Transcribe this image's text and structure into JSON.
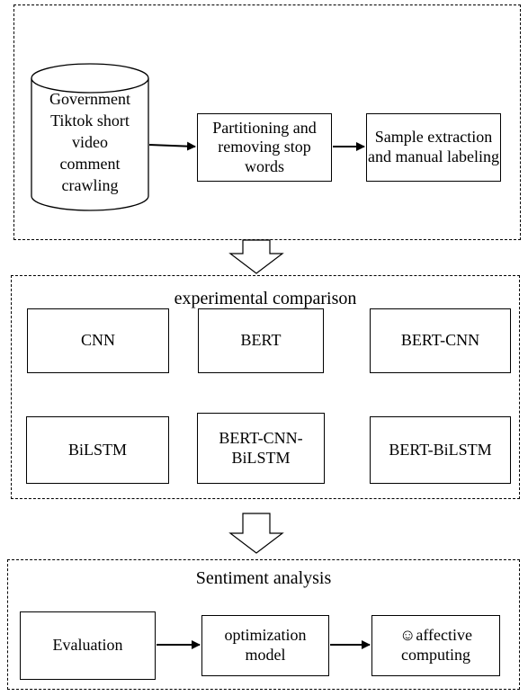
{
  "top_panel": {
    "source": {
      "lines": [
        "Government",
        "Tiktok short",
        "video",
        "comment",
        "crawling"
      ]
    },
    "step2": "Partitioning and removing stop words",
    "step3": "Sample extraction and manual labeling"
  },
  "middle_panel": {
    "title": "experimental comparison",
    "models": [
      "CNN",
      "BERT",
      "BERT-CNN",
      "BiLSTM",
      "BERT-CNN-BiLSTM",
      "BERT-BiLSTM"
    ]
  },
  "bottom_panel": {
    "title": "Sentiment analysis",
    "step1": "Evaluation",
    "step2": "optimization model",
    "step3": "☺affective computing"
  }
}
